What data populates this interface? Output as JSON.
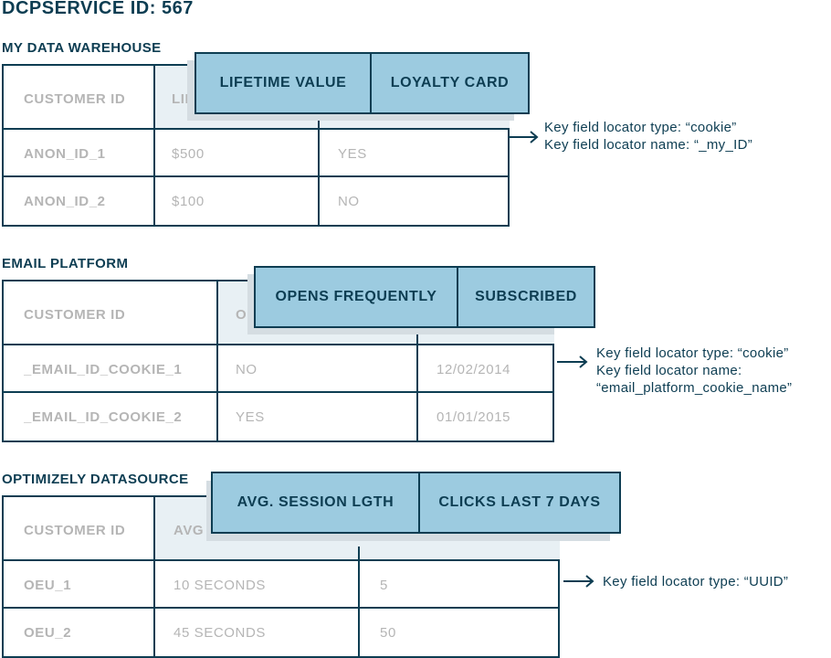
{
  "title": "DCPSERVICE ID: 567",
  "sections": [
    {
      "title": "MY DATA WAREHOUSE",
      "header_first": "CUSTOMER ID",
      "header_partial": "LIFE",
      "attributes": [
        "LIFETIME VALUE",
        "LOYALTY CARD"
      ],
      "rows": [
        [
          "ANON_ID_1",
          "$500",
          "YES"
        ],
        [
          "ANON_ID_2",
          "$100",
          "NO"
        ]
      ],
      "notes": [
        "Key field locator type: “cookie”",
        "Key field locator name: “_my_ID”"
      ]
    },
    {
      "title": "EMAIL PLATFORM",
      "header_first": "CUSTOMER ID",
      "header_partial": "OP",
      "attributes": [
        "OPENS FREQUENTLY",
        "SUBSCRIBED"
      ],
      "rows": [
        [
          "_EMAIL_ID_COOKIE_1",
          "NO",
          "12/02/2014"
        ],
        [
          "_EMAIL_ID_COOKIE_2",
          "YES",
          "01/01/2015"
        ]
      ],
      "notes": [
        "Key field locator type: “cookie”",
        "Key field locator name:",
        "“email_platform_cookie_name”"
      ]
    },
    {
      "title": "OPTIMIZELY DATASOURCE",
      "header_first": "CUSTOMER ID",
      "header_partial": "AVG",
      "attributes": [
        "AVG. SESSION LGTH",
        "CLICKS LAST 7 DAYS"
      ],
      "rows": [
        [
          "OEU_1",
          "10 SECONDS",
          "5"
        ],
        [
          "OEU_2",
          "45 SECONDS",
          "50"
        ]
      ],
      "notes": [
        "Key field locator type: “UUID”"
      ]
    }
  ]
}
